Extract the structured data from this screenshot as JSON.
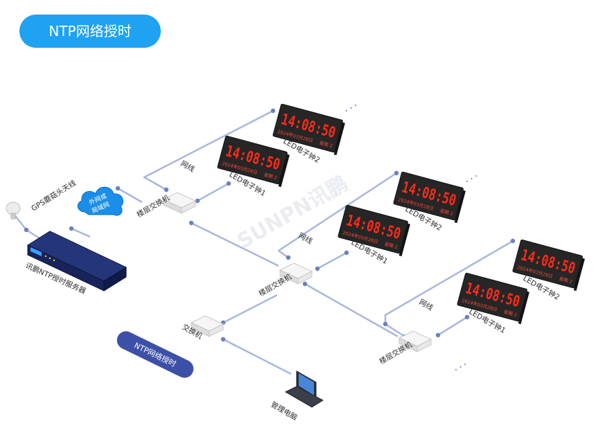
{
  "title": "NTP网络授时",
  "labels": {
    "gps_antenna": "GPS蘑菇头天线",
    "server": "讯鹏NTP授时服务器",
    "cloud": [
      "外网或",
      "局域网"
    ],
    "network_cable": "网线",
    "floor_switch": "楼层交换机",
    "switch": "交换机",
    "admin_pc": "管理电脑",
    "ntp_badge": "NTP网络授时",
    "led_clock_1": "LED电子钟1",
    "led_clock_2": "LED电子钟2",
    "ellipsis": "· · ·"
  },
  "clock": {
    "time": "14:08:50",
    "date_year": "2024",
    "date_y_char": "年",
    "date_month": "03",
    "date_m_char": "月",
    "date_day": "28",
    "date_d_char": "日",
    "week_label": "星期",
    "week_value": "2"
  },
  "watermark": "SUNPN讯鹏",
  "colors": {
    "title_bg": "#1fa2f2",
    "line": "#a9b6dd",
    "node": "#6d7fbf",
    "clock_body": "#262626",
    "clock_digit": "#ff2a1a",
    "cloud": "#1a8ee8",
    "badge": "#3d50a8",
    "server": "#1b2a6e"
  }
}
